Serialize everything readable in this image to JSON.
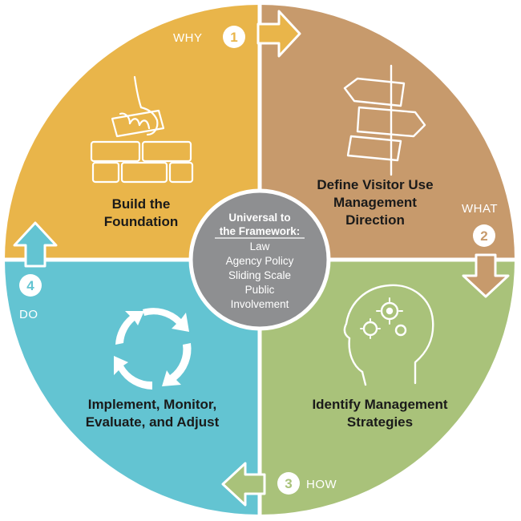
{
  "colors": {
    "why_build": "#e9b54a",
    "what_define": "#c79a6c",
    "how_identify": "#a9c27a",
    "do_implement": "#63c4d2",
    "center": "#8e8f91",
    "divider": "#ffffff"
  },
  "quadrants": {
    "build": {
      "label_line1": "Build the",
      "label_line2": "Foundation",
      "icon": "hand-placing-brick-icon"
    },
    "define": {
      "label_line1": "Define Visitor Use",
      "label_line2": "Management",
      "label_line3": "Direction",
      "icon": "signpost-icon"
    },
    "identify": {
      "label_line1": "Identify Management",
      "label_line2": "Strategies",
      "icon": "head-with-gears-icon"
    },
    "implement": {
      "label_line1": "Implement, Monitor,",
      "label_line2": "Evaluate, and Adjust",
      "icon": "cycle-arrows-icon"
    }
  },
  "steps": {
    "why": {
      "number": "1",
      "label": "WHY"
    },
    "what": {
      "number": "2",
      "label": "WHAT"
    },
    "how": {
      "number": "3",
      "label": "HOW"
    },
    "do": {
      "number": "4",
      "label": "DO"
    }
  },
  "center": {
    "title_line1": "Universal to",
    "title_line2": "the Framework:",
    "items": [
      "Law",
      "Agency Policy",
      "Sliding Scale",
      "Public",
      "Involvement"
    ]
  }
}
